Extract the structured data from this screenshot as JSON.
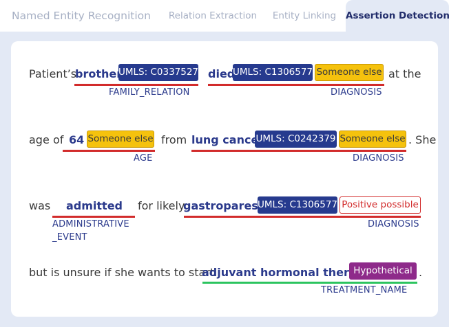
{
  "tabs": [
    {
      "label": "Named Entity Recognition"
    },
    {
      "label": "Relation Extraction"
    },
    {
      "label": "Entity Linking"
    },
    {
      "label": "Assertion Detection"
    }
  ],
  "text": {
    "patients": "Patient’s",
    "at_the": "at the",
    "age": "age",
    "of": "of",
    "from": "from",
    "she": ". She",
    "was": "was",
    "for_likely": "for likely",
    "but_is_unsure": "but is unsure if she wants to start",
    "period": "."
  },
  "entities": {
    "brother": {
      "text": "brother",
      "label": "FAMILY_RELATION",
      "umls": "UMLS: C0337527"
    },
    "died": {
      "text": "died",
      "label": "DIAGNOSIS",
      "umls": "UMLS: C1306577",
      "assertion": "Someone else"
    },
    "age64": {
      "text": "64",
      "label": "AGE",
      "assertion": "Someone else"
    },
    "lung_cancer": {
      "text": "lung cancer",
      "label": "DIAGNOSIS",
      "umls": "UMLS: C0242379",
      "assertion": "Someone else"
    },
    "admitted": {
      "text": "admitted",
      "label_line1": "ADMINISTRATIVE",
      "label_line2": "_EVENT"
    },
    "gastroparesis": {
      "text": "gastroparesis",
      "label": "DIAGNOSIS",
      "umls": "UMLS: C1306577",
      "assertion": "Positive possible"
    },
    "therapy": {
      "text": "adjuvant hormonal therapy",
      "label": "TREATMENT_NAME",
      "assertion": "Hypothetical"
    }
  },
  "colors": {
    "diagnosis_underline": "#d22b2b",
    "treatment_underline": "#2cc45f",
    "umls_tag": "#263a8e",
    "someone_else_tag": "#f5c20d",
    "hypothetical_tag": "#8e2a8a",
    "entity_text": "#2b3a8c"
  }
}
